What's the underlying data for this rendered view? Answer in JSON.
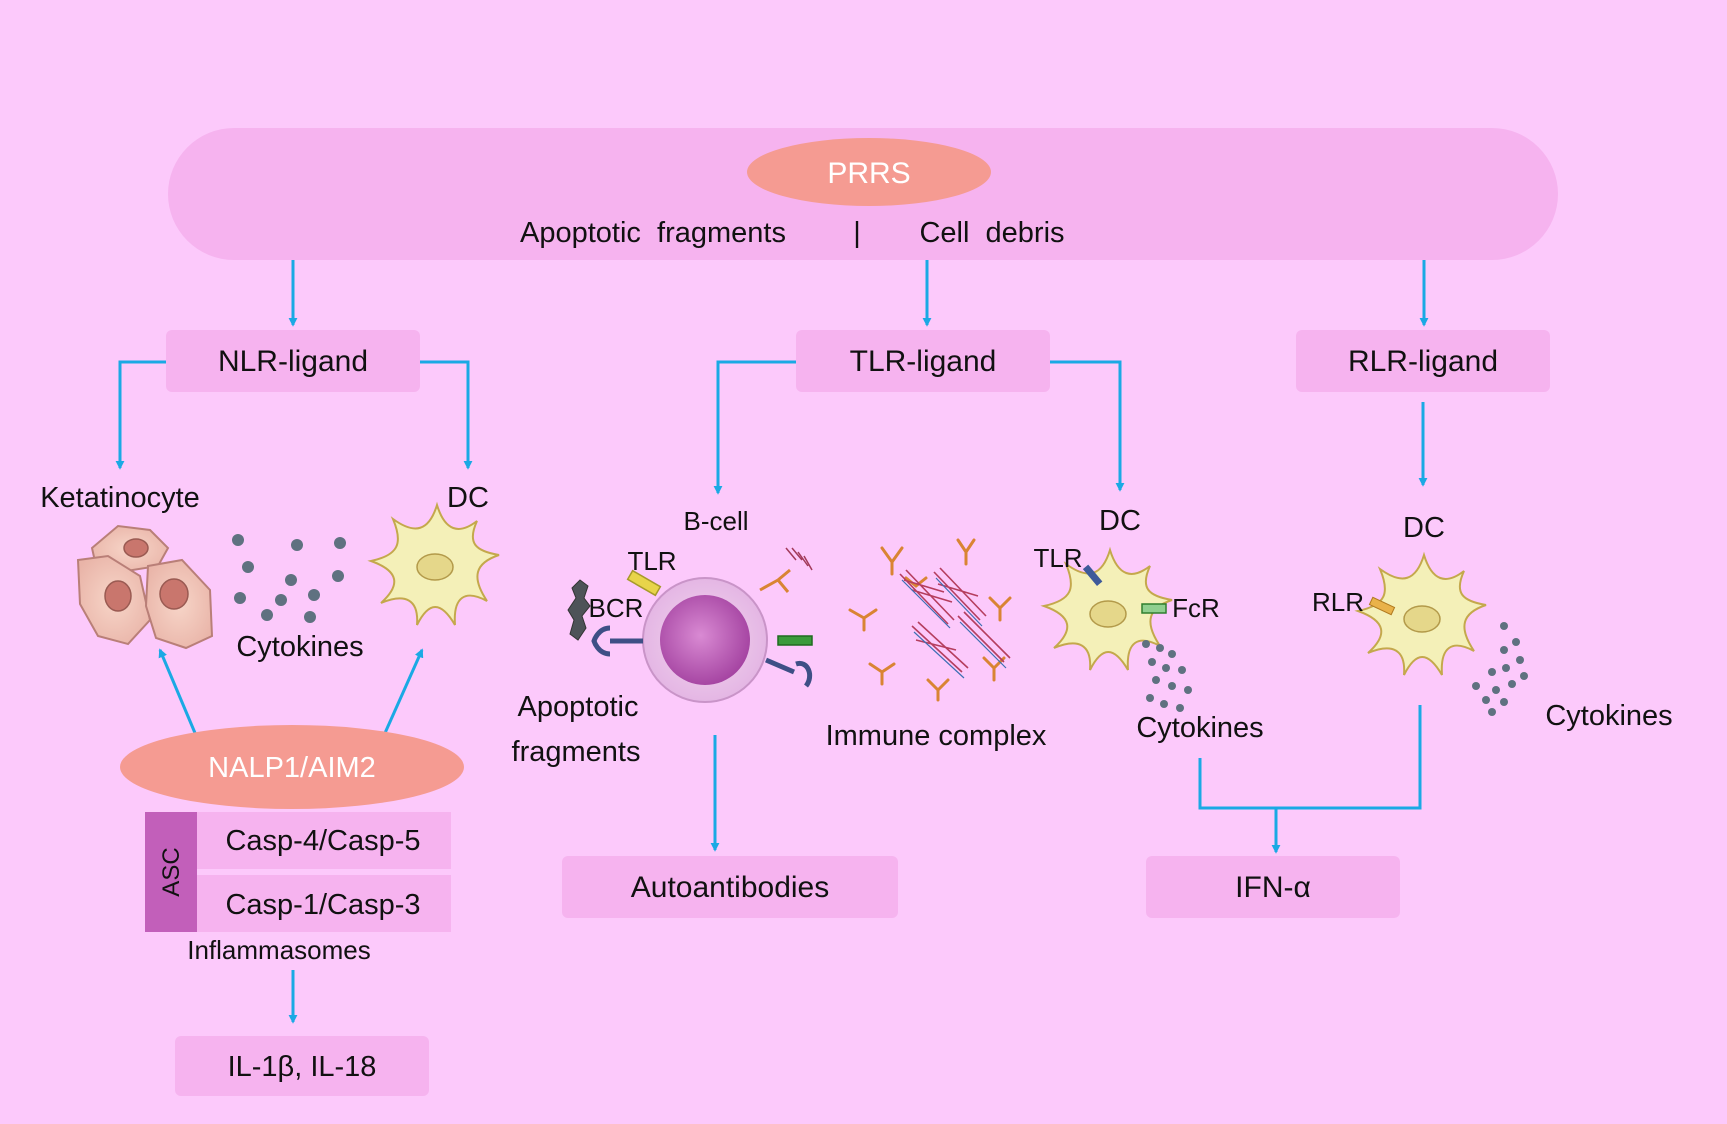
{
  "top": {
    "prrs": "PRRS",
    "left_text": "Apoptotic  fragments",
    "separator": "|",
    "right_text": "Cell  debris"
  },
  "ligands": {
    "nlr": "NLR-ligand",
    "tlr": "TLR-ligand",
    "rlr": "RLR-ligand"
  },
  "left_branch": {
    "keratinocyte": "Ketatinocyte",
    "dc": "DC",
    "cytokines": "Cytokines",
    "nalp": "NALP1/AIM2",
    "asc": "ASC",
    "casp_a": "Casp-4/Casp-5",
    "casp_b": "Casp-1/Casp-3",
    "inflammasomes": "Inflammasomes",
    "il": "IL-1β, IL-18"
  },
  "middle_branch": {
    "bcell": "B-cell",
    "tlr": "TLR",
    "bcr": "BCR",
    "apoptotic_line1": "Apoptotic",
    "apoptotic_line2": "fragments",
    "immune_complex": "Immune complex",
    "autoantibodies": "Autoantibodies",
    "dc": "DC",
    "dc_tlr": "TLR",
    "fcr": "FcR",
    "cytokines": "Cytokines"
  },
  "right_branch": {
    "dc": "DC",
    "rlr": "RLR",
    "cytokines": "Cytokines",
    "ifn": "IFN-α"
  },
  "colors": {
    "background": "#fcc9fb",
    "pill": "#f6b3ef",
    "oval": "#f59b92",
    "arrow": "#1aa9e4",
    "asc": "#c25fba",
    "dc_fill": "#f4f0b8",
    "dc_stroke": "#c4a84c",
    "bcell": "#b14fb3",
    "dots": "#5f7180",
    "antibody": "#d98433"
  }
}
